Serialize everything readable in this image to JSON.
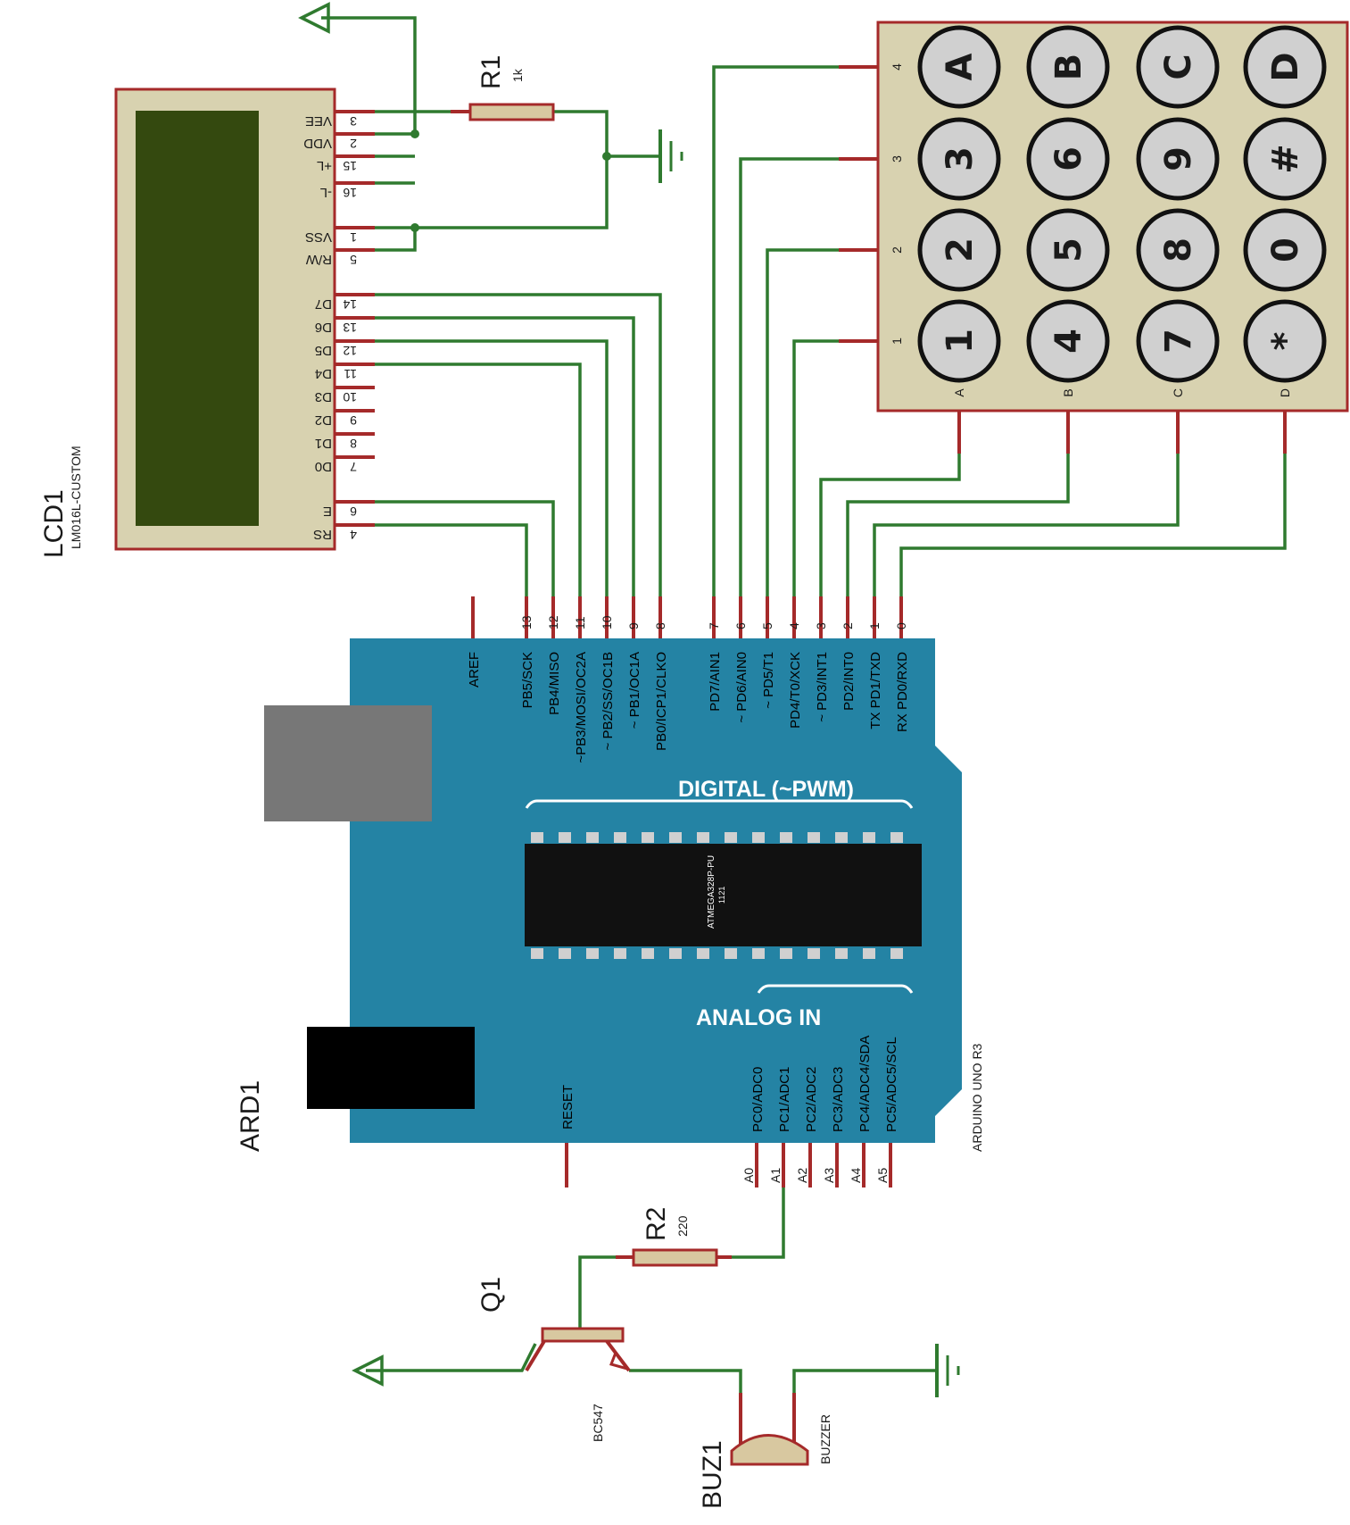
{
  "lcd": {
    "ref": "LCD1",
    "model": "LM016L-CUSTOM",
    "pins": [
      {
        "label": "VEE",
        "num": "3"
      },
      {
        "label": "VDD",
        "num": "2"
      },
      {
        "label": "+L",
        "num": "15"
      },
      {
        "label": "-L",
        "num": "16"
      },
      {
        "label": "VSS",
        "num": "1"
      },
      {
        "label": "R/W",
        "num": "5"
      },
      {
        "label": "D7",
        "num": "14"
      },
      {
        "label": "D6",
        "num": "13"
      },
      {
        "label": "D5",
        "num": "12"
      },
      {
        "label": "D4",
        "num": "11"
      },
      {
        "label": "D3",
        "num": "10"
      },
      {
        "label": "D2",
        "num": "9"
      },
      {
        "label": "D1",
        "num": "8"
      },
      {
        "label": "D0",
        "num": "7"
      },
      {
        "label": "E",
        "num": "6"
      },
      {
        "label": "RS",
        "num": "4"
      }
    ]
  },
  "r1": {
    "ref": "R1",
    "value": "1k"
  },
  "r2": {
    "ref": "R2",
    "value": "220"
  },
  "q1": {
    "ref": "Q1",
    "model": "BC547"
  },
  "buzzer": {
    "ref": "BUZ1",
    "model": "BUZZER"
  },
  "keypad": {
    "rows": [
      [
        "A",
        "B",
        "C",
        "D"
      ],
      [
        "3",
        "6",
        "9",
        "#"
      ],
      [
        "2",
        "5",
        "8",
        "0"
      ],
      [
        "1",
        "4",
        "7",
        "*"
      ]
    ],
    "row_pins": [
      "4",
      "3",
      "2",
      "1"
    ],
    "col_pins": [
      "A",
      "B",
      "C",
      "D"
    ]
  },
  "arduino": {
    "ref": "ARD1",
    "model": "ARDUINO UNO R3",
    "chip_label": "ATMEGA328P-PU",
    "chip_sub": "1121",
    "digital_title": "DIGITAL (~PWM)",
    "analog_title": "ANALOG IN",
    "aref": "AREF",
    "reset": "RESET",
    "digital_pins": [
      {
        "num": "13",
        "label": "PB5/SCK"
      },
      {
        "num": "12",
        "label": "PB4/MISO"
      },
      {
        "num": "11",
        "label": "~PB3/MOSI/OC2A"
      },
      {
        "num": "10",
        "label": "~ PB2/SS/OC1B"
      },
      {
        "num": "9",
        "label": "~ PB1/OC1A"
      },
      {
        "num": "8",
        "label": "PB0/ICP1/CLKO"
      },
      {
        "num": "7",
        "label": "PD7/AIN1"
      },
      {
        "num": "6",
        "label": "~ PD6/AIN0"
      },
      {
        "num": "5",
        "label": "~ PD5/T1"
      },
      {
        "num": "4",
        "label": "PD4/T0/XCK"
      },
      {
        "num": "3",
        "label": "~ PD3/INT1"
      },
      {
        "num": "2",
        "label": "PD2/INT0"
      },
      {
        "num": "1",
        "label": "TX PD1/TXD"
      },
      {
        "num": "0",
        "label": "RX PD0/RXD"
      }
    ],
    "analog_pins": [
      {
        "num": "A0",
        "label": "PC0/ADC0"
      },
      {
        "num": "A1",
        "label": "PC1/ADC1"
      },
      {
        "num": "A2",
        "label": "PC2/ADC2"
      },
      {
        "num": "A3",
        "label": "PC3/ADC3"
      },
      {
        "num": "A4",
        "label": "PC4/ADC4/SDA"
      },
      {
        "num": "A5",
        "label": "PC5/ADC5/SCL"
      }
    ]
  },
  "colors": {
    "wire": "#2f7a2f",
    "pin": "#a52a2a",
    "board": "#2483a4",
    "lcd_screen": "#34490f",
    "lcd_body": "#d8d2b0",
    "keypad_body": "#d8d2b0",
    "resistor": "#d8c8a0"
  }
}
